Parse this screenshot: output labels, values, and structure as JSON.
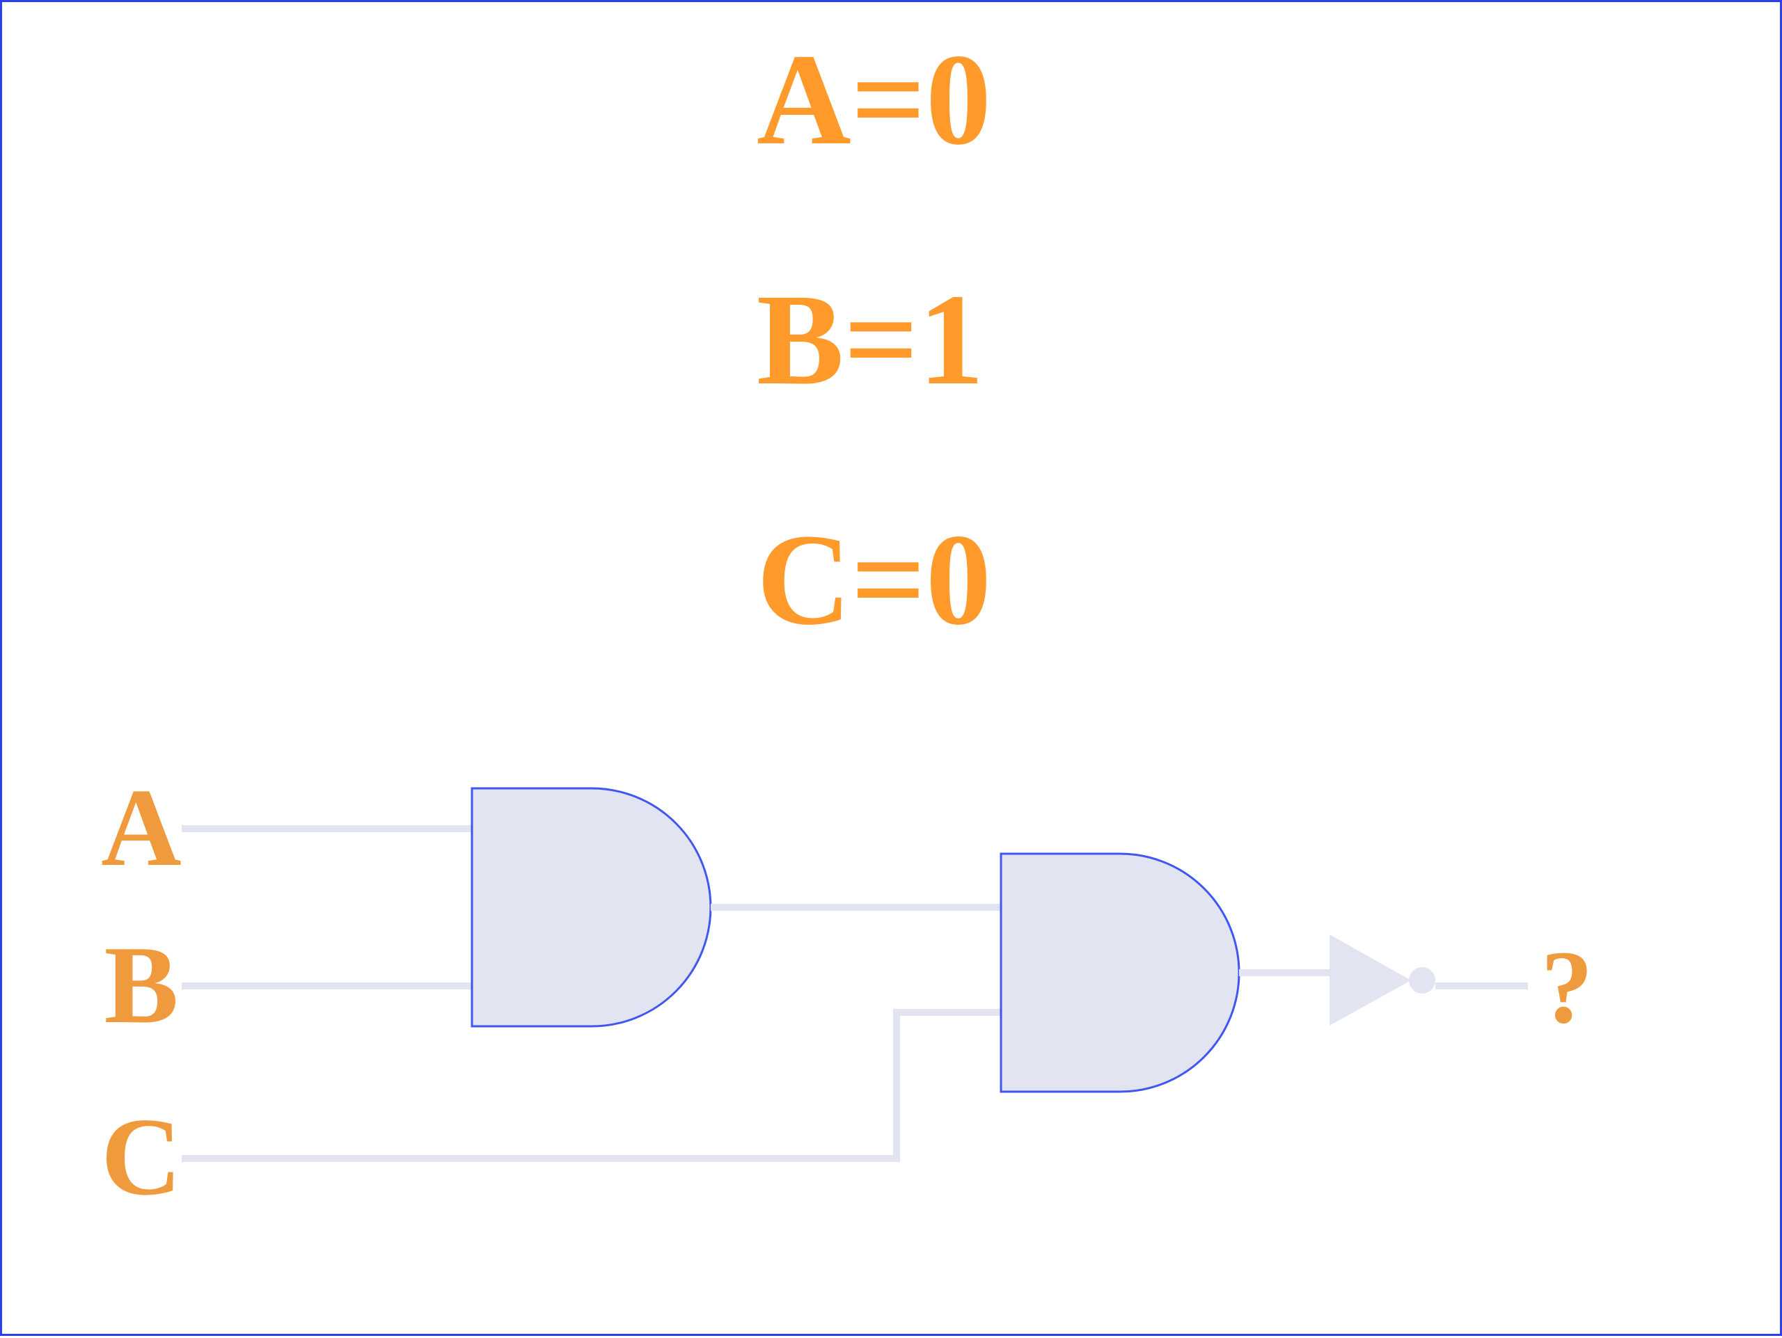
{
  "assignments": [
    {
      "text": "A=0"
    },
    {
      "text": "B=1"
    },
    {
      "text": "C=0"
    }
  ],
  "circuit": {
    "inputs": [
      {
        "label": "A"
      },
      {
        "label": "B"
      },
      {
        "label": "C"
      }
    ],
    "output": {
      "label": "?"
    },
    "gates": [
      "and",
      "and",
      "not"
    ]
  },
  "colors": {
    "text_orange": "#ff9a2b",
    "label_orange": "#f09a3e",
    "gate_fill": "#e3e4f1",
    "gate_stroke": "#3f57f0",
    "wire": "#e3e4f1",
    "border": "#2b3ff0"
  }
}
